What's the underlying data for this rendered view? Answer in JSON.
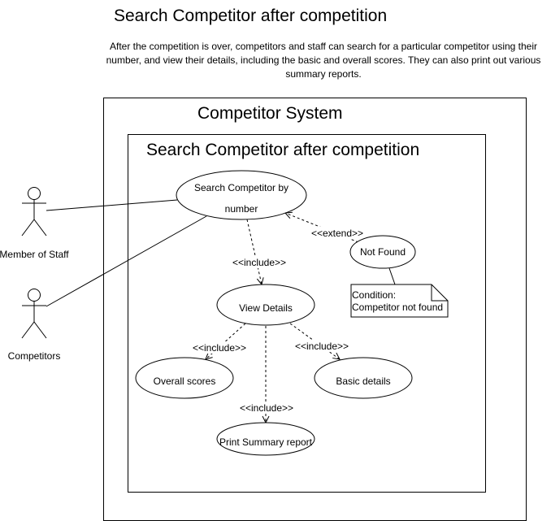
{
  "header": {
    "title": "Search Competitor after competition",
    "description": "After the competition is over, competitors and staff can search for a particular competitor using their number, and view their details, including the basic and overall scores. They can also print out various summary reports."
  },
  "system": {
    "title": "Competitor System"
  },
  "subsystem": {
    "title": "Search Competitor after competition"
  },
  "actors": {
    "staff": "Member of Staff",
    "competitors": "Competitors"
  },
  "use_cases": {
    "search_line1": "Search Competitor by",
    "search_line2": "number",
    "not_found": "Not Found",
    "view_details": "View Details",
    "overall_scores": "Overall scores",
    "basic_details": "Basic details",
    "print_summary": "Print Summary report"
  },
  "relations": {
    "extend": "<<extend>>",
    "include": "<<include>>"
  },
  "note": {
    "line1": "Condition:",
    "line2": "Competitor not found"
  }
}
